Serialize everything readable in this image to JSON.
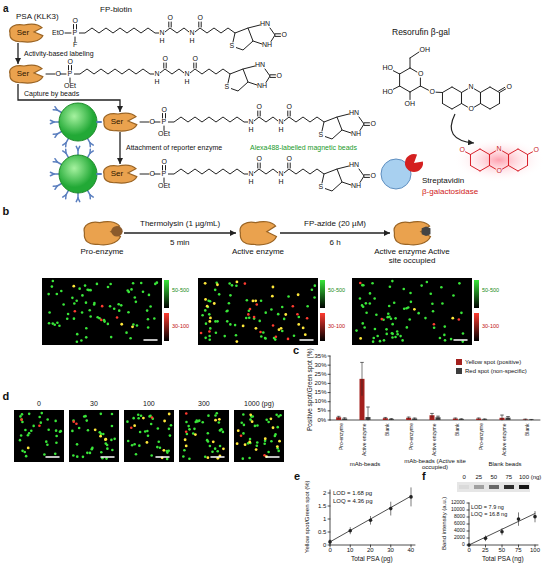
{
  "diagram": {
    "nodes": [
      {
        "text": [
          "PSA (KLK3)",
          "Ser"
        ]
      },
      {
        "text": [
          "Ser"
        ]
      },
      {
        "text": [
          "Ser"
        ]
      },
      {
        "text": [
          "Ser"
        ]
      },
      {
        "text": [
          "Pro-enzyme"
        ]
      },
      {
        "text": [
          "Active enzyme"
        ]
      },
      {
        "text": [
          "Active enzyme Active site occupied"
        ]
      }
    ],
    "edges": [
      {
        "from": 0,
        "to": 1,
        "arrow": "to",
        "label": "Activity-based labeling"
      },
      {
        "from": 1,
        "to": 2,
        "arrow": "to",
        "label": "Capture by beads"
      },
      {
        "from": 2,
        "to": 3,
        "arrow": "to",
        "label": "Attachment of reporter enzyme"
      },
      {
        "from": 4,
        "to": 5,
        "arrow": "to",
        "label": "Thermolysin (1 µg/mL)"
      },
      {
        "from": 5,
        "to": 6,
        "arrow": "to",
        "label": "FP-azide (20 µM)"
      }
    ],
    "labels": [
      "a",
      "FP-biotin",
      "EtO",
      "P",
      "O",
      "F",
      "N",
      "H",
      "O",
      "N",
      "H",
      "O",
      "S",
      "HN",
      "NH",
      "O",
      "O",
      "P",
      "O",
      "OEt",
      "N",
      "H",
      "O",
      "N",
      "H",
      "O",
      "S",
      "HN",
      "NH",
      "O",
      "O",
      "P",
      "O",
      "OEt",
      "N",
      "H",
      "O",
      "N",
      "H",
      "O",
      "S",
      "HN",
      "NH",
      "O",
      "O",
      "P",
      "O",
      "OEt",
      "N",
      "H",
      "O",
      "N",
      "H",
      "O",
      "S",
      "HN",
      "NH",
      "O",
      "Alexa488-labelled magnetic beads",
      "Resorufin β-gal",
      "HO",
      "OH",
      "HO",
      "OH",
      "O",
      "O",
      "N",
      "O",
      "O",
      "Streptavidin",
      "β-galactosidase",
      "O",
      "N",
      "O",
      "O",
      "b",
      "5 min",
      "6 h",
      "50-500",
      "30-100",
      "50-500",
      "30-100",
      "50-500",
      "30-100",
      "c",
      "Positive spot/Green spot (%)",
      "0%",
      "5%",
      "10%",
      "15%",
      "20%",
      "25%",
      "30%",
      "35%",
      "Pro-enzyme",
      "Active enzyme",
      "Blank",
      "Pro-enzyme",
      "Active enzyme",
      "Blank",
      "Pro-enzyme",
      "Active enzyme",
      "Blank",
      "mAb-beads",
      "mAb-beads (Active site occupied)",
      "Blank beads",
      "d",
      "0",
      "30",
      "100",
      "300",
      "1000 (pg)",
      "e",
      "LOD = 1.68 pg",
      "LOQ = 4.36 pg",
      "Yellow spot/Green spot (%)",
      "Total PSA (pg)",
      "0",
      "0.5",
      "1",
      "1.5",
      "2",
      "0",
      "10",
      "20",
      "30",
      "40",
      "f",
      "0",
      "25",
      "50",
      "75",
      "100 (ng)",
      "LOD = 7.9 ng",
      "LOQ = 16.8 ng",
      "Band intensity (a.u.)",
      "Total PSA (ng)",
      "0",
      "2000",
      "4000",
      "6000",
      "8000",
      "10000",
      "12000",
      "0",
      "25",
      "50",
      "75",
      "100"
    ],
    "legend": [
      {
        "text": "Yellow spot (positive)",
        "color": "#a3201d"
      },
      {
        "text": "Red spot (non-specific)",
        "color": "#3d3d3d"
      }
    ]
  }
}
